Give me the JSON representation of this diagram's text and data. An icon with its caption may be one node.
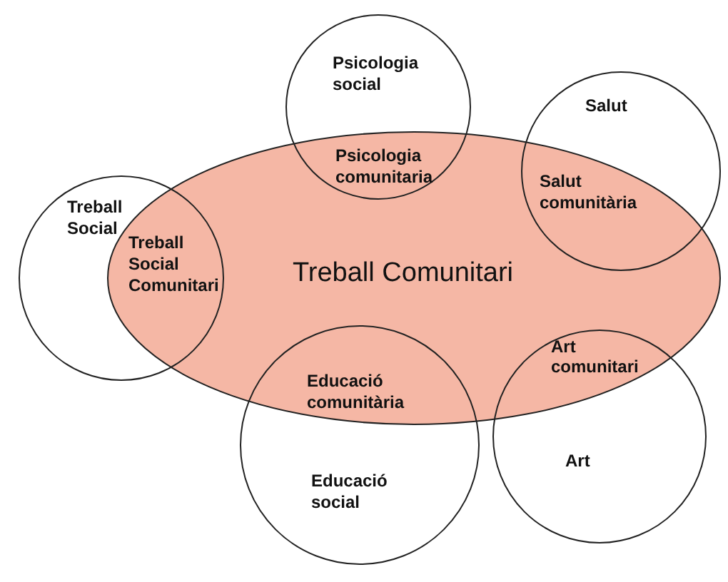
{
  "diagram": {
    "nodes": [
      {
        "text": [
          "Treball Comunitari"
        ]
      },
      {
        "text": [
          "Psicologia social",
          "Psicologia comunitaria"
        ]
      },
      {
        "text": [
          "Salut",
          "Salut comunitària"
        ]
      },
      {
        "text": [
          "Treball Social",
          "Treball Social Comunitari"
        ]
      },
      {
        "text": [
          "Educació comunitària",
          "Educació social"
        ]
      },
      {
        "text": [
          "Art comunitari",
          "Art"
        ]
      }
    ]
  }
}
